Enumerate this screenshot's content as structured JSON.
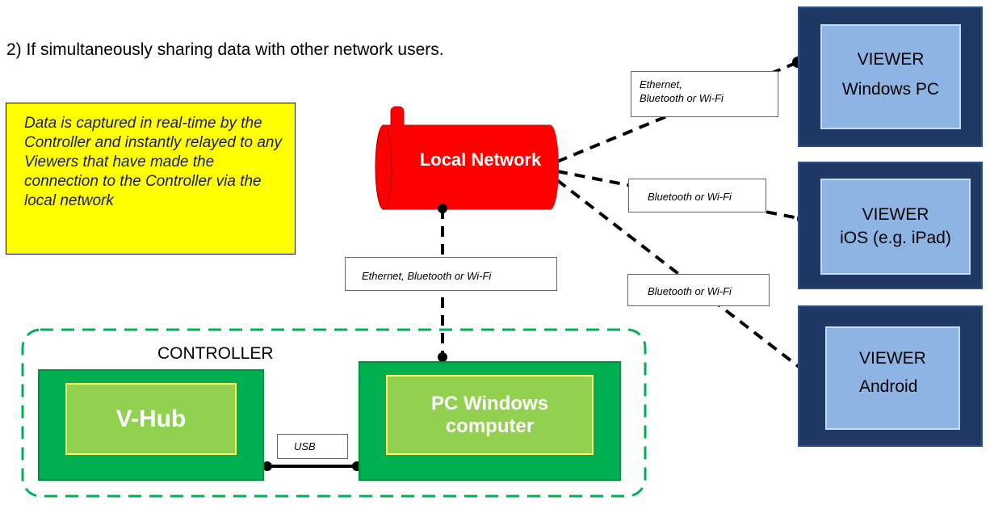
{
  "heading": "2)   If simultaneously sharing data with other network users.",
  "note": "Data is captured in real-time by the Controller and instantly relayed to any Viewers that have made the connection to the Controller via the local network",
  "network": {
    "label": "Local Network"
  },
  "controller": {
    "label": "CONTROLLER",
    "vhub": "V-Hub",
    "pc_line1": "PC Windows",
    "pc_line2": "computer"
  },
  "connections": {
    "pc_to_network": "Ethernet, Bluetooth or Wi-Fi",
    "usb": "USB",
    "to_windows_line1": "Ethernet,",
    "to_windows_line2": "Bluetooth or Wi-Fi",
    "to_ios": "Bluetooth or Wi-Fi",
    "to_android": "Bluetooth or Wi-Fi"
  },
  "viewers": [
    {
      "title": "VIEWER",
      "platform": "Windows PC"
    },
    {
      "title": "VIEWER",
      "platform": "iOS (e.g. iPad)"
    },
    {
      "title": "VIEWER",
      "platform": "Android"
    }
  ],
  "colors": {
    "note_bg": "#ffff00",
    "network_red": "#ff0000",
    "controller_green": "#00b050",
    "controller_inner_green": "#92d050",
    "viewer_navy": "#1f3864",
    "viewer_light": "#8eb4e3"
  }
}
